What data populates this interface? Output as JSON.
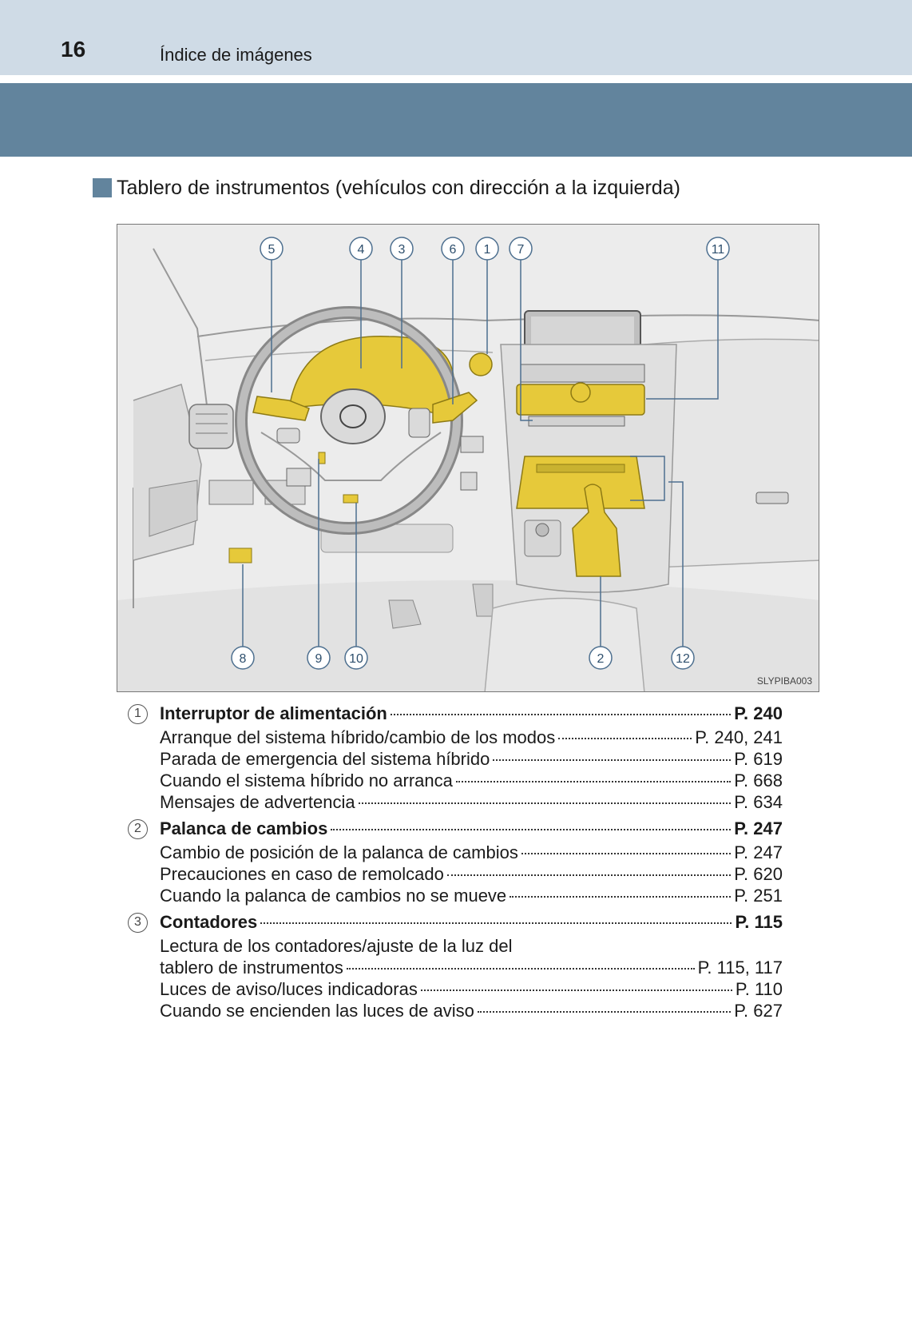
{
  "header": {
    "page_number": "16",
    "title": "Índice de imágenes"
  },
  "section": {
    "title": "Tablero de instrumentos (vehículos con dirección a la izquierda)"
  },
  "figure": {
    "code": "SLYPIBA003",
    "callouts_top": [
      "5",
      "4",
      "3",
      "6",
      "1",
      "7",
      "11"
    ],
    "callouts_bottom": [
      "8",
      "9",
      "10",
      "2",
      "12"
    ]
  },
  "entries": [
    {
      "number": "1",
      "title": "Interruptor de alimentación",
      "page": "P. 240",
      "items": [
        {
          "label": "Arranque del sistema híbrido/cambio de los modos",
          "page": "P. 240, 241"
        },
        {
          "label": "Parada de emergencia del sistema híbrido",
          "page": "P. 619"
        },
        {
          "label": "Cuando el sistema híbrido no arranca",
          "page": "P. 668"
        },
        {
          "label": "Mensajes de advertencia",
          "page": "P. 634"
        }
      ]
    },
    {
      "number": "2",
      "title": "Palanca de cambios",
      "page": "P. 247",
      "items": [
        {
          "label": "Cambio de posición de la palanca de cambios",
          "page": "P. 247"
        },
        {
          "label": "Precauciones en caso de remolcado",
          "page": "P. 620"
        },
        {
          "label": "Cuando la palanca de cambios no se mueve",
          "page": "P. 251"
        }
      ]
    },
    {
      "number": "3",
      "title": "Contadores",
      "page": "P. 115",
      "items_block": {
        "line1": "Lectura de los contadores/ajuste de la luz del",
        "line2_label": "tablero de instrumentos",
        "line2_page": "P. 115, 117"
      },
      "items": [
        {
          "label": "Luces de aviso/luces indicadoras",
          "page": "P. 110"
        },
        {
          "label": "Cuando se encienden las luces de aviso",
          "page": "P. 627"
        }
      ]
    }
  ]
}
